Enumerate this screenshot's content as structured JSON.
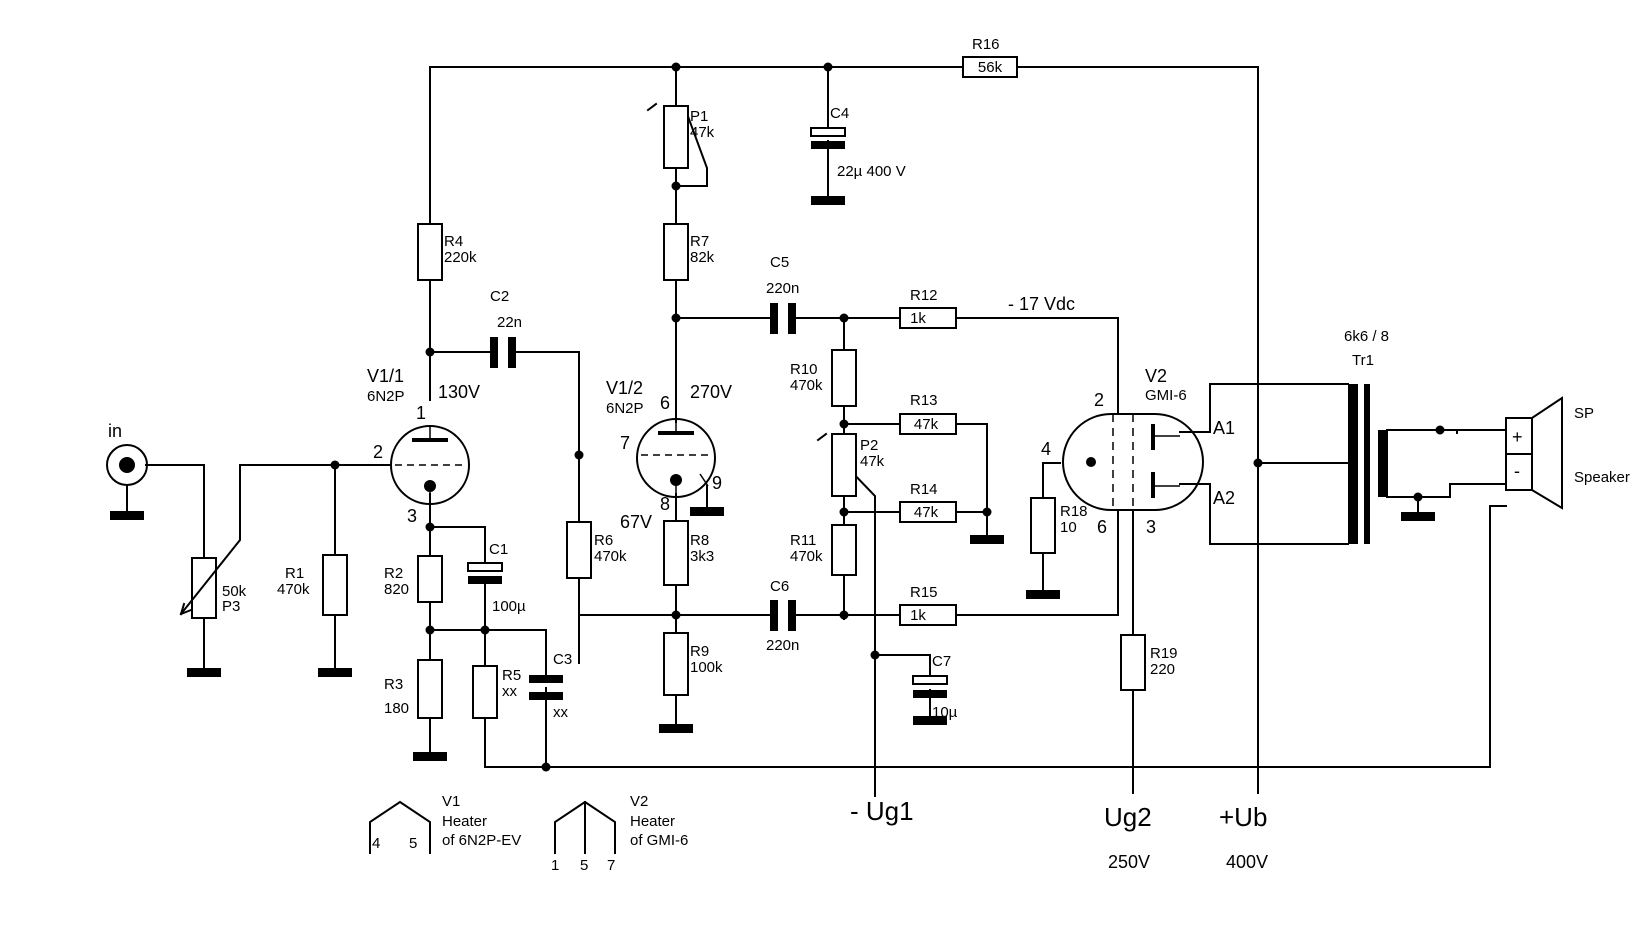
{
  "components": {
    "r16": {
      "name": "R16",
      "value": "56k"
    },
    "c4": {
      "name": "C4",
      "value": "22µ 400 V"
    },
    "p1": {
      "name": "P1",
      "value": "47k"
    },
    "r4": {
      "name": "R4",
      "value": "220k"
    },
    "r7": {
      "name": "R7",
      "value": "82k"
    },
    "c5": {
      "name": "C5",
      "value": "220n"
    },
    "r12": {
      "name": "R12",
      "value": "1k"
    },
    "c2": {
      "name": "C2",
      "value": "22n"
    },
    "r10": {
      "name": "R10",
      "value": "470k"
    },
    "r13": {
      "name": "R13",
      "value": "47k"
    },
    "p2": {
      "name": "P2",
      "value": "47k"
    },
    "r14": {
      "name": "R14",
      "value": "47k"
    },
    "r18": {
      "name": "R18",
      "value": "10"
    },
    "r1": {
      "name": "R1",
      "value": "470k"
    },
    "p3": {
      "name": "P3",
      "value": "50k"
    },
    "r2": {
      "name": "R2",
      "value": "820"
    },
    "c1": {
      "name": "C1",
      "value": "100µ"
    },
    "r6": {
      "name": "R6",
      "value": "470k"
    },
    "r8": {
      "name": "R8",
      "value": "3k3"
    },
    "r11": {
      "name": "R11",
      "value": "470k"
    },
    "c6": {
      "name": "C6",
      "value": "220n"
    },
    "r15": {
      "name": "R15",
      "value": "1k"
    },
    "r3": {
      "name": "R3",
      "value": "180"
    },
    "r5": {
      "name": "R5",
      "value": "xx"
    },
    "c3": {
      "name": "C3",
      "value": "xx"
    },
    "r9": {
      "name": "R9",
      "value": "100k"
    },
    "c7": {
      "name": "C7",
      "value": "10µ"
    },
    "r19": {
      "name": "R19",
      "value": "220"
    }
  },
  "tubes": {
    "v1_1": {
      "name": "V1/1",
      "type": "6N2P",
      "voltage": "130V",
      "pins": [
        "1",
        "2",
        "3"
      ]
    },
    "v1_2": {
      "name": "V1/2",
      "type": "6N2P",
      "voltage": "270V",
      "cathode_voltage": "67V",
      "pins": [
        "6",
        "7",
        "8",
        "9"
      ]
    },
    "v2": {
      "name": "V2",
      "type": "GMI-6",
      "pins": [
        "2",
        "4",
        "6",
        "3"
      ],
      "anodes": [
        "A1",
        "A2"
      ]
    }
  },
  "transformer": {
    "name": "Tr1",
    "ratio": "6k6 / 8"
  },
  "speaker": {
    "name": "SP",
    "label": "Speaker",
    "plus": "+",
    "minus": "-"
  },
  "input": {
    "label": "in"
  },
  "bias_note": "- 17 Vdc",
  "supplies": {
    "ug1": {
      "label": "- Ug1"
    },
    "ug2": {
      "label": "Ug2",
      "voltage": "250V"
    },
    "ub": {
      "label": "+Ub",
      "voltage": "400V"
    }
  },
  "heaters": {
    "v1": {
      "title": "V1",
      "line2": "Heater",
      "line3": "of 6N2P-EV",
      "pins": [
        "4",
        "5"
      ]
    },
    "v2": {
      "title": "V2",
      "line2": "Heater",
      "line3": "of GMI-6",
      "pins": [
        "1",
        "5",
        "7"
      ]
    }
  }
}
